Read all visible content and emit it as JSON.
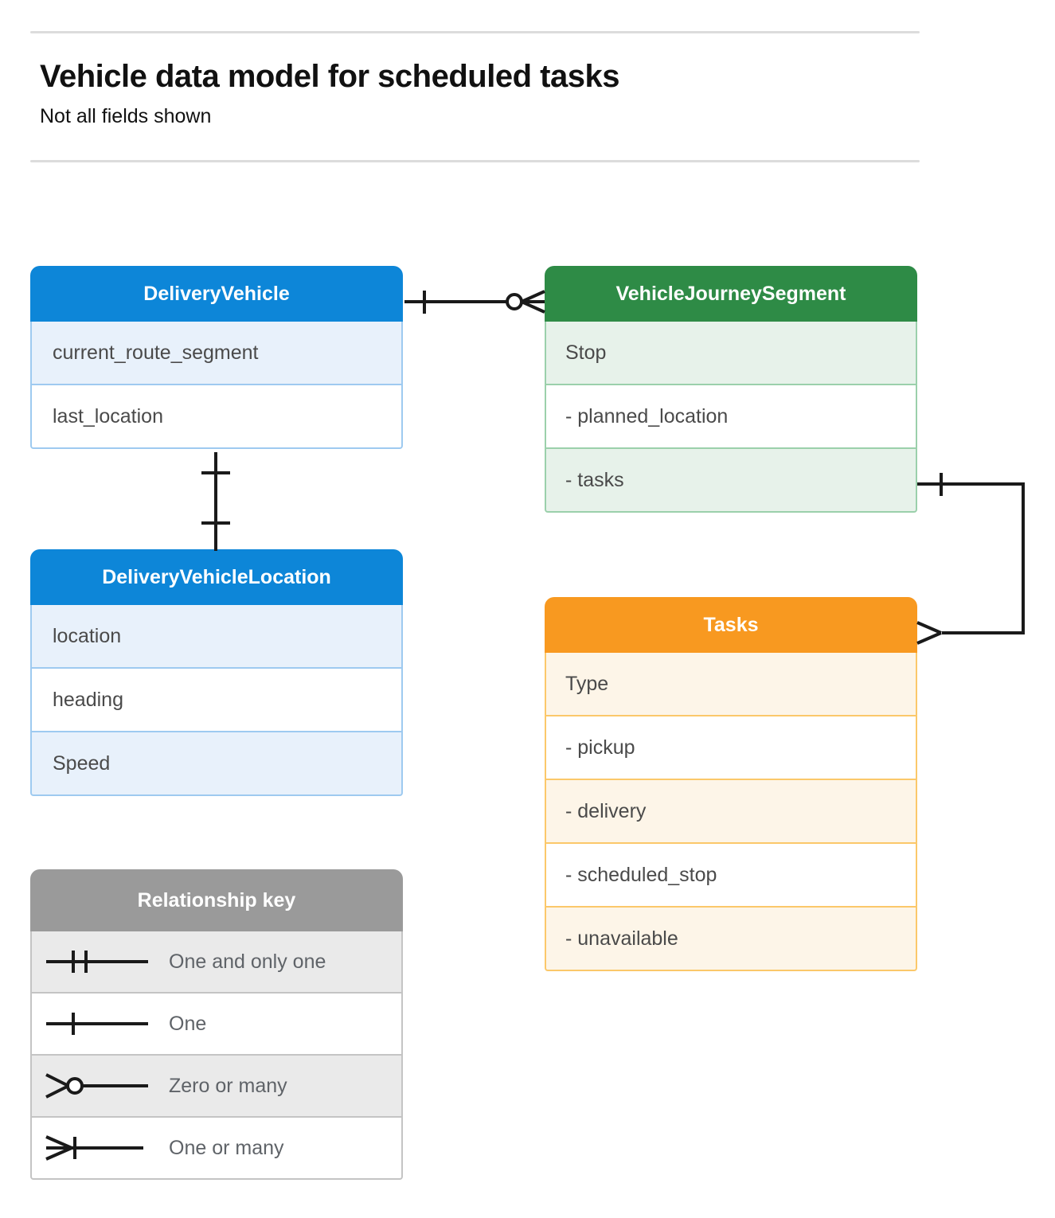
{
  "header": {
    "title": "Vehicle data model for scheduled tasks",
    "subtitle": "Not all fields shown"
  },
  "colors": {
    "blue_header": "#0d86d8",
    "blue_row": "#e8f1fb",
    "blue_border": "#9ecaf0",
    "green_header": "#2e8b46",
    "green_row": "#e7f2ea",
    "green_border": "#9bd0ab",
    "orange_header": "#f89920",
    "orange_row": "#fdf5e8",
    "orange_border": "#fbc86a",
    "gray_header": "#9a9a9a",
    "gray_row": "#eaeaea",
    "gray_border": "#c4c4c4",
    "connector": "#1a1a1a",
    "rule": "#dcdcdc"
  },
  "entities": [
    {
      "id": "delivery-vehicle",
      "title": "DeliveryVehicle",
      "color": "blue",
      "rows": [
        {
          "label": "current_route_segment"
        },
        {
          "label": "last_location"
        }
      ]
    },
    {
      "id": "vehicle-journey-segment",
      "title": "VehicleJourneySegment",
      "color": "green",
      "rows": [
        {
          "label": "Stop"
        },
        {
          "label": "-  planned_location"
        },
        {
          "label": "- tasks"
        }
      ]
    },
    {
      "id": "delivery-vehicle-location",
      "title": "DeliveryVehicleLocation",
      "color": "blue",
      "rows": [
        {
          "label": "location"
        },
        {
          "label": "heading"
        },
        {
          "label": "Speed"
        }
      ]
    },
    {
      "id": "tasks",
      "title": "Tasks",
      "color": "orange",
      "rows": [
        {
          "label": "Type"
        },
        {
          "label": "-  pickup"
        },
        {
          "label": "-  delivery"
        },
        {
          "label": "-  scheduled_stop"
        },
        {
          "label": "-  unavailable"
        }
      ]
    }
  ],
  "legend": {
    "title": "Relationship key",
    "items": [
      {
        "symbol": "one-and-only-one-icon",
        "label": "One and only one"
      },
      {
        "symbol": "one-icon",
        "label": "One"
      },
      {
        "symbol": "zero-or-many-icon",
        "label": "Zero or many"
      },
      {
        "symbol": "one-or-many-icon",
        "label": "One or many"
      }
    ]
  },
  "relationships": [
    {
      "id": "deliveryvehicle-to-journeysegment",
      "from": "DeliveryVehicle",
      "to": "VehicleJourneySegment",
      "from_cardinality": "One",
      "to_cardinality": "Zero or many"
    },
    {
      "id": "deliveryvehicle-to-location",
      "from": "DeliveryVehicle",
      "to": "DeliveryVehicleLocation",
      "from_cardinality": "One",
      "to_cardinality": "One"
    },
    {
      "id": "journeysegment-tasks-to-tasks",
      "from": "VehicleJourneySegment.tasks",
      "to": "Tasks",
      "from_cardinality": "One",
      "to_cardinality": "One or many"
    }
  ]
}
